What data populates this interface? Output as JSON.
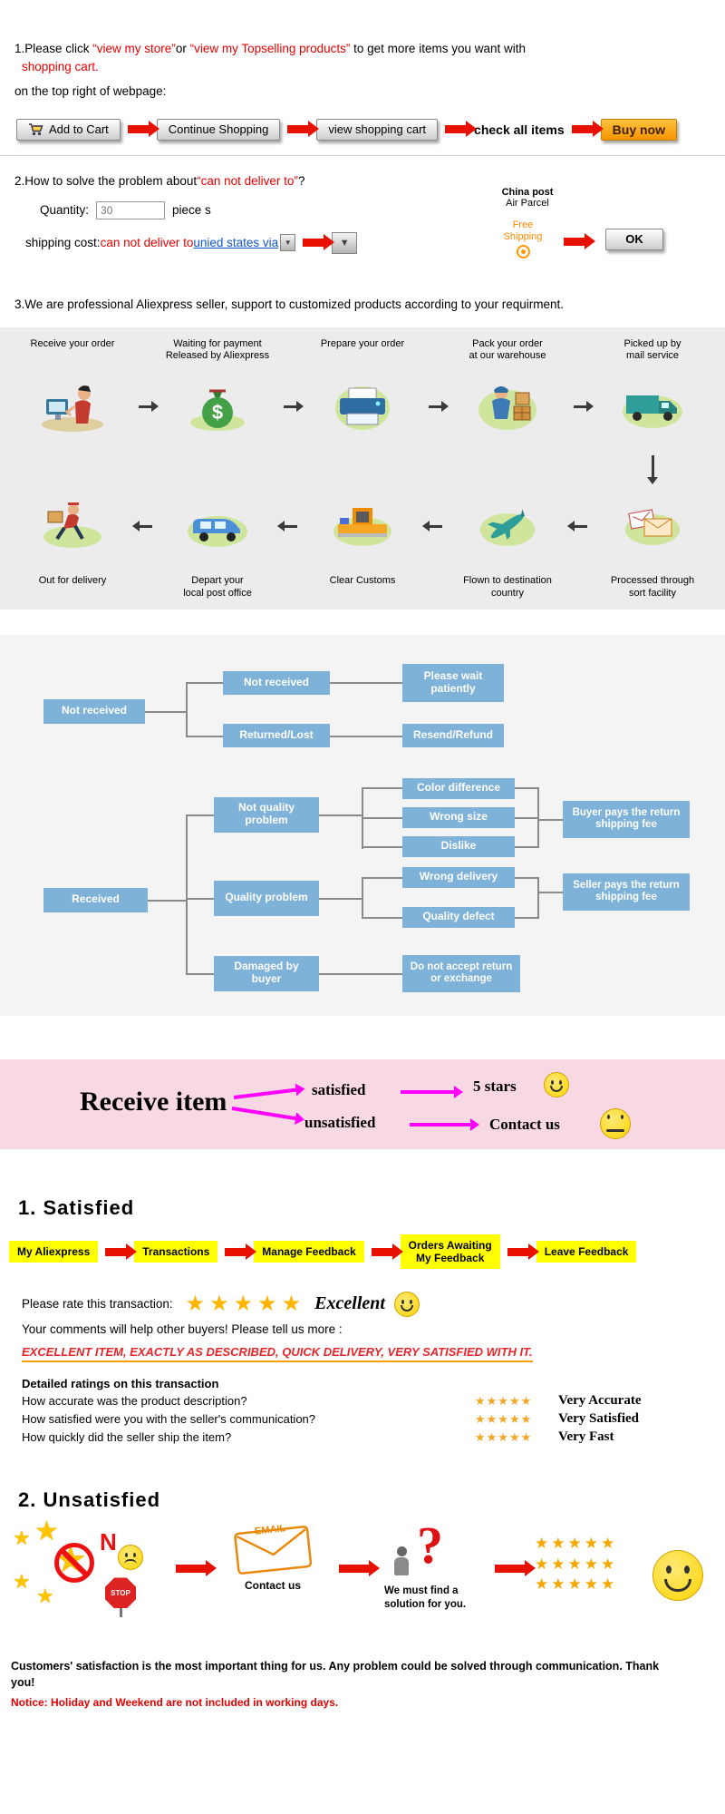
{
  "step1": {
    "line1_prefix": "1.Please click ",
    "line1_link1": "“view my store”",
    "line1_mid": "or ",
    "line1_link2": "“view my Topselling products”",
    "line1_suffix": " to get more items you want with",
    "line2": "shopping cart.",
    "line3": "on the top right of webpage:",
    "btn_add_to_cart": "Add to Cart",
    "btn_continue_shopping": "Continue Shopping",
    "btn_view_cart": "view shopping cart",
    "check_all_items": "check all items",
    "btn_buy_now": "Buy now"
  },
  "step2": {
    "title_prefix": "2.How to solve the problem about",
    "title_red": "“can not deliver to”",
    "title_suffix": "?",
    "quantity_label": "Quantity:",
    "quantity_value": "30",
    "quantity_unit": "piece s",
    "shipping_label": "shipping cost:",
    "shipping_red": "can not deliver to ",
    "country_link": "unied states via",
    "china_post": "China post",
    "air_parcel": "Air Parcel",
    "free_shipping": "Free\nShipping",
    "ok_label": "OK"
  },
  "step3": {
    "title": "3.We are professional Aliexpress seller, support to customized products according to your requirment."
  },
  "process": {
    "top": [
      {
        "label": "Receive your order",
        "icon": "person-at-computer"
      },
      {
        "label": "Waiting for payment\nReleased by Aliexpress",
        "icon": "money-bag"
      },
      {
        "label": "Prepare your order",
        "icon": "printer"
      },
      {
        "label": "Pack your order\nat our warehouse",
        "icon": "warehouse-packer"
      },
      {
        "label": "Picked up by\nmail service",
        "icon": "truck"
      }
    ],
    "bottom": [
      {
        "label": "Out for delivery",
        "icon": "delivery-courier"
      },
      {
        "label": "Depart your\nlocal post office",
        "icon": "post-van"
      },
      {
        "label": "Clear Customs",
        "icon": "customs-scanner"
      },
      {
        "label": "Flown to destination\ncountry",
        "icon": "airplane"
      },
      {
        "label": "Processed through\nsort facility",
        "icon": "mail-sorting"
      }
    ]
  },
  "flowchart": {
    "l_not_received": "Not received",
    "m_not_received": "Not received",
    "m_returned_lost": "Returned/Lost",
    "r_please_wait": "Please wait patiently",
    "r_resend_refund": "Resend/Refund",
    "l_received": "Received",
    "m_not_quality": "Not quality problem",
    "m_quality": "Quality problem",
    "m_damaged": "Damaged by buyer",
    "s_color": "Color difference",
    "s_size": "Wrong size",
    "s_dislike": "Dislike",
    "s_wrong_delivery": "Wrong delivery",
    "s_defect": "Quality defect",
    "r_buyer_pays": "Buyer pays the return shipping fee",
    "r_seller_pays": "Seller pays the return shipping fee",
    "r_no_return": "Do not accept return or exchange"
  },
  "band": {
    "title": "Receive item",
    "satisfied": "satisfied",
    "unsatisfied": "unsatisfied",
    "five_stars": "5 stars",
    "contact_us": "Contact us"
  },
  "sat": {
    "heading": "1. Satisfied",
    "nav": [
      "My Aliexpress",
      "Transactions",
      "Manage Feedback",
      "Orders Awaiting\nMy Feedback",
      "Leave Feedback"
    ],
    "rate_label": "Please rate this transaction:",
    "excellent": "Excellent",
    "comments": "Your comments will help other buyers! Please tell us more :",
    "example": "EXCELLENT ITEM, EXACTLY AS DESCRIBED, QUICK DELIVERY, VERY SATISFIED WITH IT.",
    "detailed_heading": "Detailed ratings on this transaction",
    "questions": [
      {
        "q": "How accurate was the product description?",
        "a": "Very Accurate"
      },
      {
        "q": "How satisfied were you with the seller's communication?",
        "a": "Very Satisfied"
      },
      {
        "q": "How quickly did the seller ship the item?",
        "a": "Very Fast"
      }
    ]
  },
  "unsat": {
    "heading": "2. Unsatisfied",
    "n_letter": "N",
    "stop_label": "STOP",
    "email_label": "EMAIL",
    "contact_us": "Contact us",
    "question_mark": "?",
    "solution": "We must find a solution for you."
  },
  "footer": {
    "line1": "Customers' satisfaction is the most important thing for us. Any problem could be solved through communication. Thank you!",
    "notice": "Notice: Holiday and Weekend are not included in working days."
  }
}
